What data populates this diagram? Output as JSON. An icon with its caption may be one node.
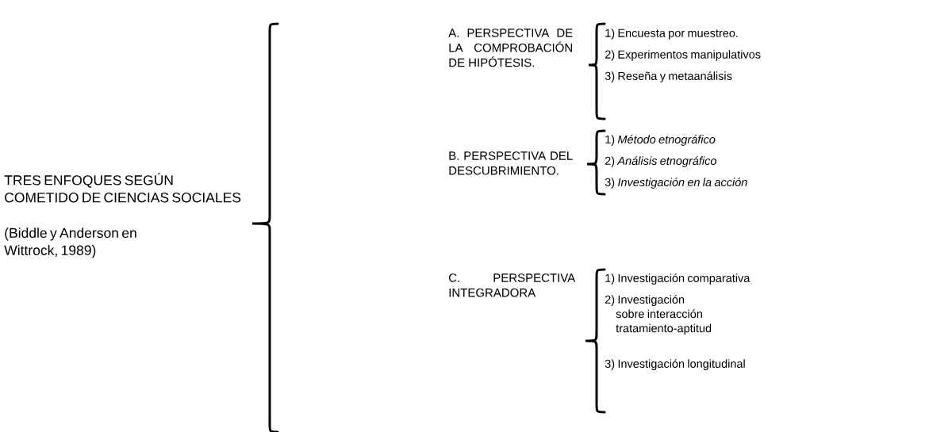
{
  "diagram": {
    "labels": [
      "TRES ENFOQUES SEGÚN COMETIDO DE CIENCIAS SOCIALES",
      "(Biddle y Anderson en Wittrock, 1989)",
      "A. PERSPECTIVA DE LA COMPROBACIÓN DE HIPÓTESIS.",
      "1) Encuesta por muestreo.",
      "2) Experimentos manipulativos",
      "3) Reseña y metaanálisis",
      "B. PERSPECTIVA DEL DESCUBRIMIENTO.",
      "1) *Método etnográfico*",
      "2) *Análisis etnográfico*",
      "3) *Investigación en la acción*",
      "C. PERSPECTIVA INTEGRADORA",
      "1) Investigación comparativa",
      "2) Investigación sobre interacción tratamiento-aptitud",
      "3) Investigación longitudinal"
    ]
  }
}
